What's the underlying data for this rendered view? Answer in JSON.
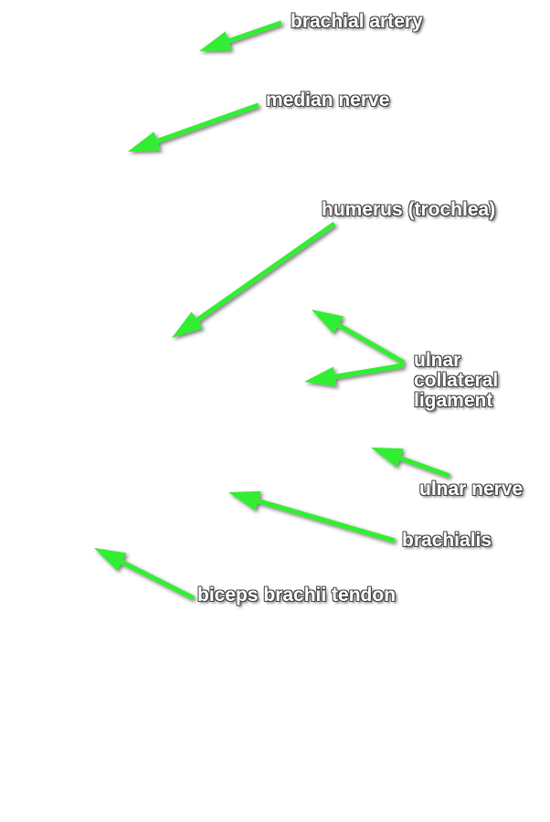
{
  "colors": {
    "arrow": "#33ee33",
    "label_text": "#ffffff",
    "label_outline": "#4a4a4a"
  },
  "labels": {
    "brachial_artery": "brachial artery",
    "median_nerve": "median nerve",
    "humerus": "humerus (trochlea)",
    "ulnar_collateral_ligament": [
      "ulnar",
      "collateral",
      "ligament"
    ],
    "ulnar_nerve": "ulnar nerve",
    "brachialis": "brachialis",
    "biceps_tendon": "biceps brachii tendon"
  }
}
